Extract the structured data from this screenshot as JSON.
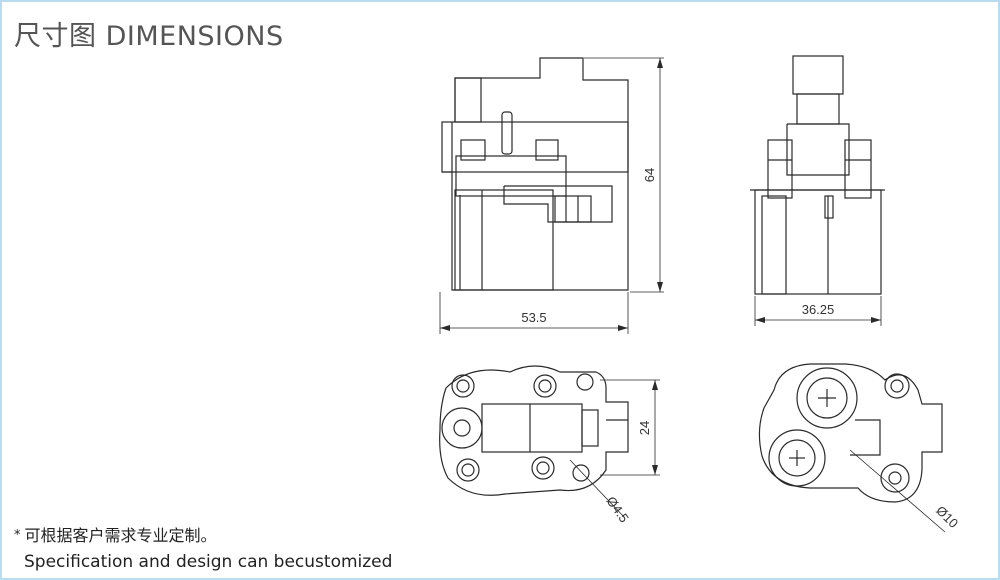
{
  "title": "尺寸图 DIMENSIONS",
  "note": {
    "marker": "*",
    "zh": "可根据客户需求专业定制。",
    "en": "Specification and design can becustomized"
  },
  "dimensions": {
    "side_width": "53.5",
    "side_height": "64",
    "front_width": "36.25",
    "bottom_height": "24",
    "bottom_hole": "Ø4.5",
    "top_hole": "Ø10"
  },
  "colors": {
    "frame": "#b9dcee",
    "line": "#2a2a2a",
    "text": "#333333"
  }
}
